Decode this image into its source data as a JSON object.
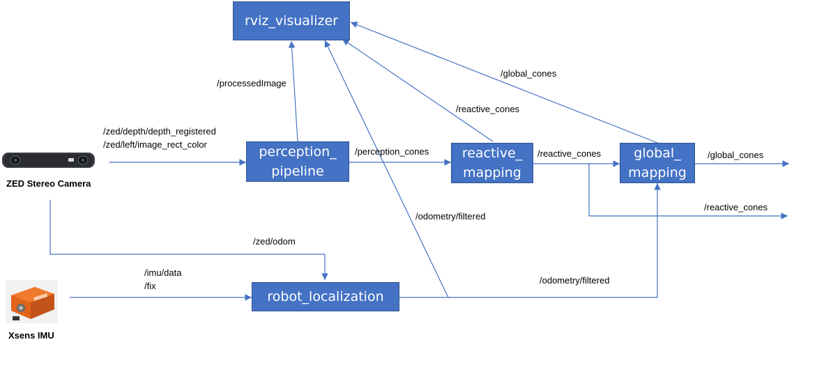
{
  "nodes": {
    "rviz": "rviz_visualizer",
    "perception": "perception_\npipeline",
    "reactive": "reactive_\nmapping",
    "global": "global_\nmapping",
    "localization": "robot_localization"
  },
  "edges": {
    "camera_topics": "/zed/depth/depth_registered\n/zed/left/image_rect_color",
    "processed_image": "/processedImage",
    "perception_cones": "/perception_cones",
    "reactive_cones_rviz": "/reactive_cones",
    "reactive_cones_global": "/reactive_cones",
    "global_cones_rviz": "/global_cones",
    "global_cones_out": "/global_cones",
    "reactive_cones_out": "/reactive_cones",
    "odometry_rviz": "/odometry/filtered",
    "odometry_global": "/odometry/filtered",
    "zed_odom": "/zed/odom",
    "imu_topics": "/imu/data\n/fix"
  },
  "devices": {
    "camera_label": "ZED Stereo Camera",
    "imu_label": "Xsens IMU"
  },
  "colors": {
    "box_fill": "#4472c4",
    "box_border": "#2f528f",
    "arrow": "#4472c4"
  }
}
